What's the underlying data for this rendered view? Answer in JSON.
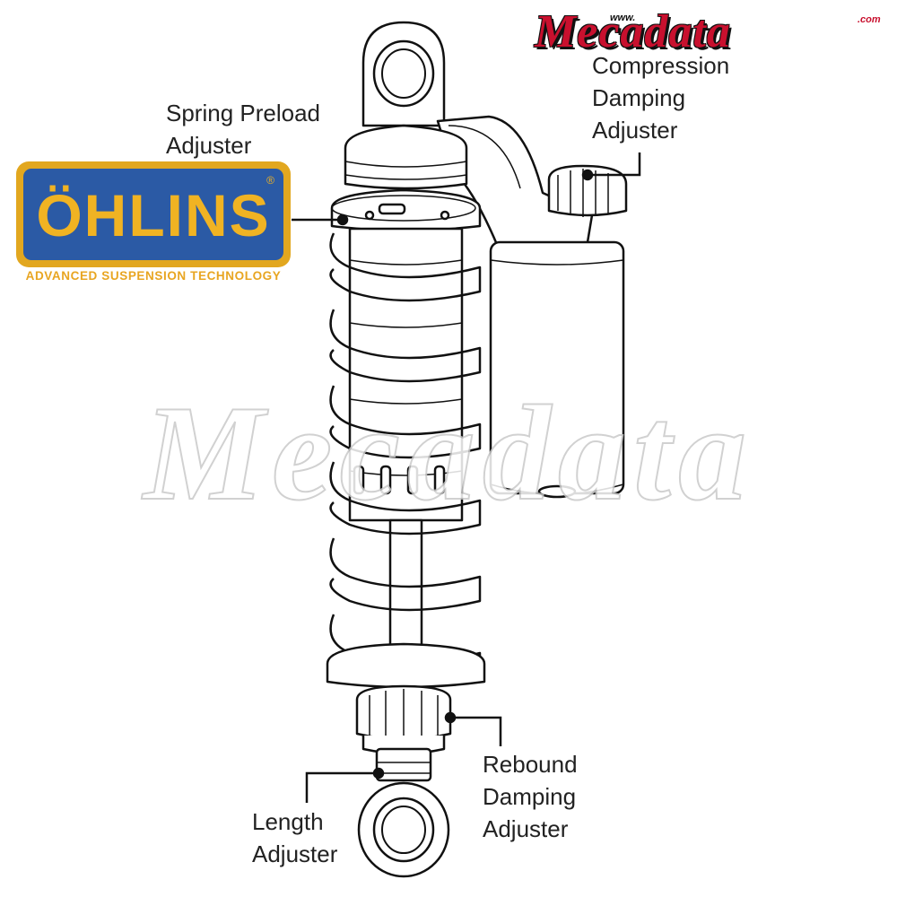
{
  "brand": {
    "name": "ÖHLINS",
    "registered": "®",
    "tagline": "ADVANCED SUSPENSION TECHNOLOGY"
  },
  "watermark": {
    "site_prefix": "www.",
    "text": "Mecadata",
    "site_suffix": ".com"
  },
  "labels": {
    "spring_preload": [
      "Spring Preload",
      "Adjuster"
    ],
    "compression": [
      "Compression",
      "Damping",
      "Adjuster"
    ],
    "rebound": [
      "Rebound",
      "Damping",
      "Adjuster"
    ],
    "length": [
      "Length",
      "Adjuster"
    ]
  },
  "colors": {
    "brand_blue": "#2b5aa5",
    "brand_gold": "#e2a71f",
    "watermark_red": "#c8102e",
    "line": "#111111"
  }
}
